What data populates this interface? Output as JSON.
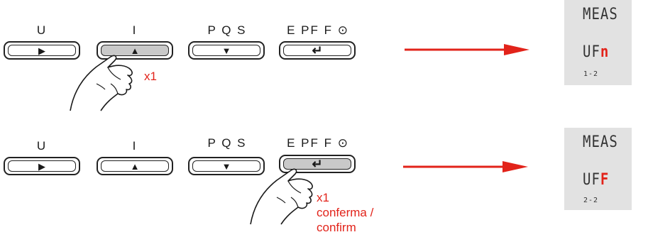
{
  "buttons": [
    {
      "label": "U",
      "icon": "play-icon",
      "glyph": "▶"
    },
    {
      "label": "I",
      "icon": "up-triangle-icon",
      "glyph": "▲"
    },
    {
      "label": "P Q S",
      "icon": "down-triangle-icon",
      "glyph": "▼"
    },
    {
      "label": "E PF F ",
      "clock": "⊙",
      "icon": "enter-return-icon",
      "glyph": "↵"
    }
  ],
  "step1": {
    "pressed_button": "I",
    "note": "x1",
    "display": {
      "line1": "MEAS",
      "line2_prefix": "UF",
      "line2_highlight": "n",
      "line3": "1-2"
    }
  },
  "step2": {
    "pressed_button": "E PF F",
    "note_lines": [
      "x1",
      "conferma /",
      "confirm"
    ],
    "display": {
      "line1": "MEAS",
      "line2_prefix": "UF",
      "line2_highlight": "F",
      "line3": "2-2"
    }
  },
  "colors": {
    "accent_red": "#e2231a",
    "pressed_fill": "#c9c9c9",
    "lcd_bg": "#e2e2e2"
  }
}
